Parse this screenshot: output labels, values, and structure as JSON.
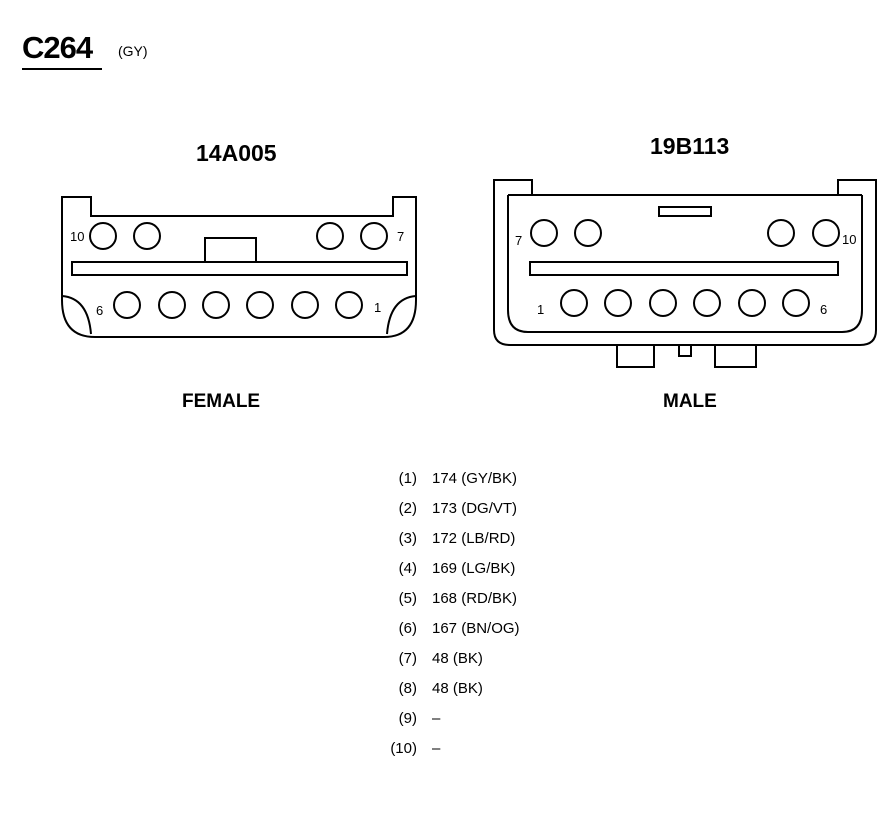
{
  "header": {
    "connector_id": "C264",
    "color_code": "(GY)"
  },
  "female": {
    "part_number": "14A005",
    "label": "FEMALE",
    "pin_labels": [
      "10",
      "7",
      "6",
      "1"
    ]
  },
  "male": {
    "part_number": "19B113",
    "label": "MALE",
    "pin_labels": [
      "7",
      "10",
      "1",
      "6"
    ]
  },
  "pinout": [
    {
      "pin": "(1)",
      "circuit": "174 (GY/BK)"
    },
    {
      "pin": "(2)",
      "circuit": "173 (DG/VT)"
    },
    {
      "pin": "(3)",
      "circuit": "172 (LB/RD)"
    },
    {
      "pin": "(4)",
      "circuit": "169 (LG/BK)"
    },
    {
      "pin": "(5)",
      "circuit": "168 (RD/BK)"
    },
    {
      "pin": "(6)",
      "circuit": "167 (BN/OG)"
    },
    {
      "pin": "(7)",
      "circuit": "48 (BK)"
    },
    {
      "pin": "(8)",
      "circuit": "48 (BK)"
    },
    {
      "pin": "(9)",
      "circuit": "–"
    },
    {
      "pin": "(10)",
      "circuit": "–"
    }
  ]
}
